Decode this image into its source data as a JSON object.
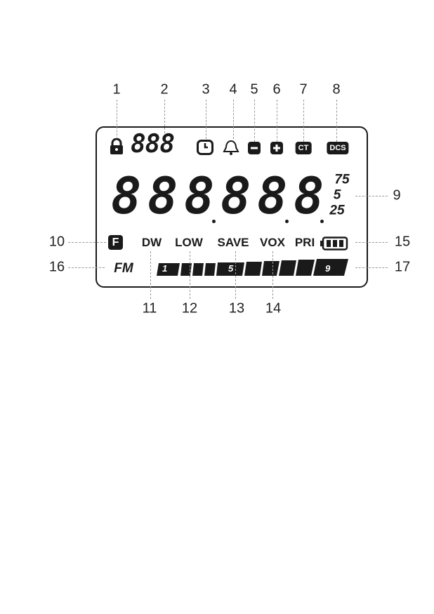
{
  "callouts": [
    "1",
    "2",
    "3",
    "4",
    "5",
    "6",
    "7",
    "8",
    "9",
    "10",
    "11",
    "12",
    "13",
    "14",
    "15",
    "16",
    "17"
  ],
  "display": {
    "small_digits": "888",
    "ct": "CT",
    "dcs": "DCS",
    "main_digits": [
      "8",
      "8",
      "8",
      "8",
      "8",
      "8"
    ],
    "steps": [
      "75",
      "5",
      "25"
    ],
    "f_key": "F",
    "dw": "DW",
    "low": "LOW",
    "save": "SAVE",
    "vox": "VOX",
    "pri": "PRI",
    "fm": "FM",
    "meter_labels": [
      "1",
      "5",
      "9"
    ]
  }
}
